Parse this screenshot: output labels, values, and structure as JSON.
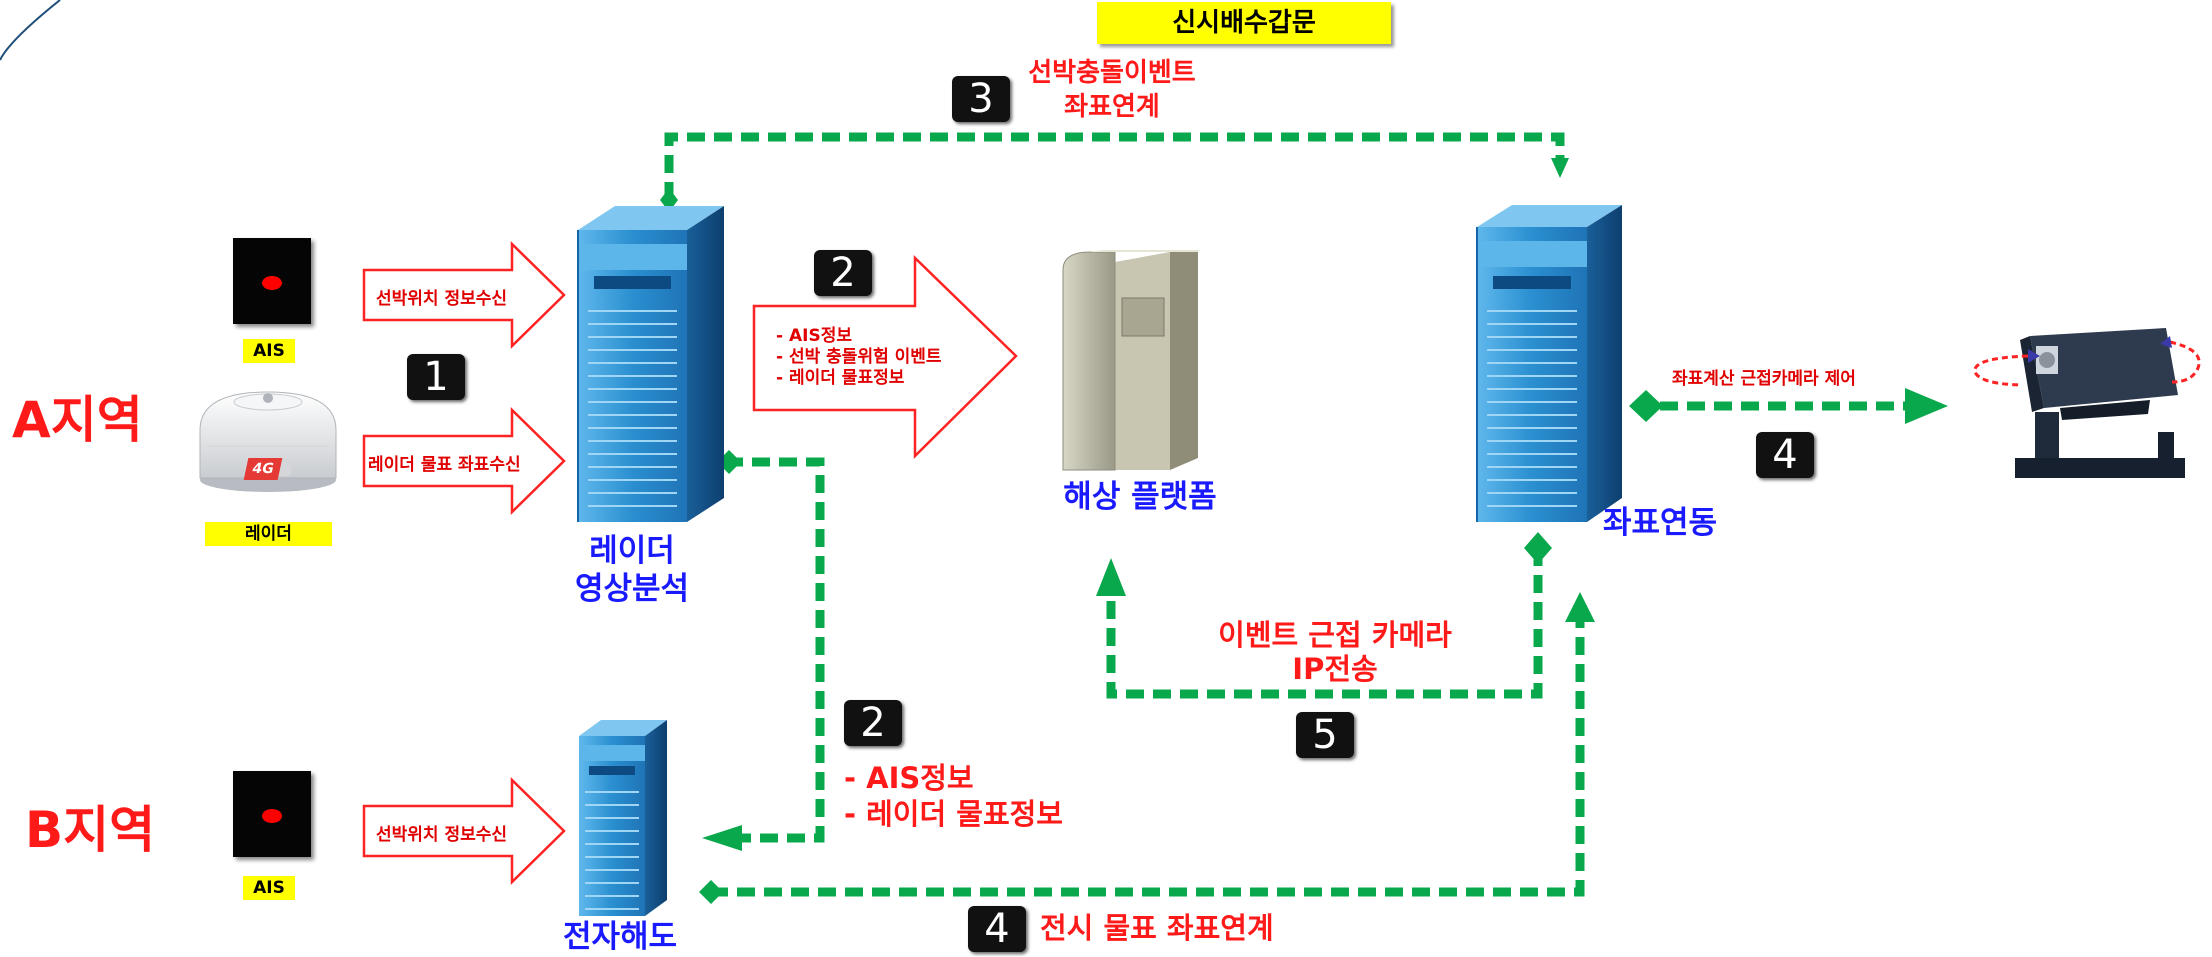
{
  "title": "신시배수갑문",
  "regions": {
    "a": "A지역",
    "b": "B지역"
  },
  "devices": {
    "ais_a": "AIS",
    "radar": "레이더",
    "ais_b": "AIS"
  },
  "radar_badge": "4G",
  "nodes": {
    "radar_analysis": [
      "레이더",
      "영상분석"
    ],
    "maritime_platform": "해상 플랫폼",
    "coordinate_link": "좌표연동",
    "enc": "전자해도"
  },
  "arrows": {
    "ship_position_a": "선박위치 정보수신",
    "radar_target": "레이더 물표 좌표수신",
    "ship_position_b": "선박위치 정보수신",
    "to_platform": [
      "- AIS정보",
      "- 선박 충돌위험 이벤트",
      "- 레이더 물표정보"
    ],
    "camera_control": "좌표계산 근접카메라 제어"
  },
  "steps": {
    "step1": "1",
    "step2_top": "2",
    "step2_bottom": "2",
    "step3": "3",
    "step4_right": "4",
    "step4_bottom": "4",
    "step5": "5"
  },
  "notes": {
    "collision_event": [
      "선박충돌이벤트",
      "좌표연계"
    ],
    "ais_radar_info": [
      "- AIS정보",
      "- 레이더 물표정보"
    ],
    "event_camera": [
      "이벤트 근접 카메라",
      "IP전송"
    ],
    "display_target": "전시 물표 좌표연계"
  },
  "colors": {
    "link_green": "#0aa84c",
    "emphasis_red": "#ff1a1a",
    "label_blue": "#1a1aff",
    "highlight_yellow": "#ffff00",
    "server_blue": "#2a8fd0"
  },
  "icons": [
    "ais-receiver-icon",
    "radar-dome-icon",
    "server-tower-icon",
    "platform-server-icon",
    "cctv-camera-icon",
    "rotation-arrow-icon"
  ]
}
